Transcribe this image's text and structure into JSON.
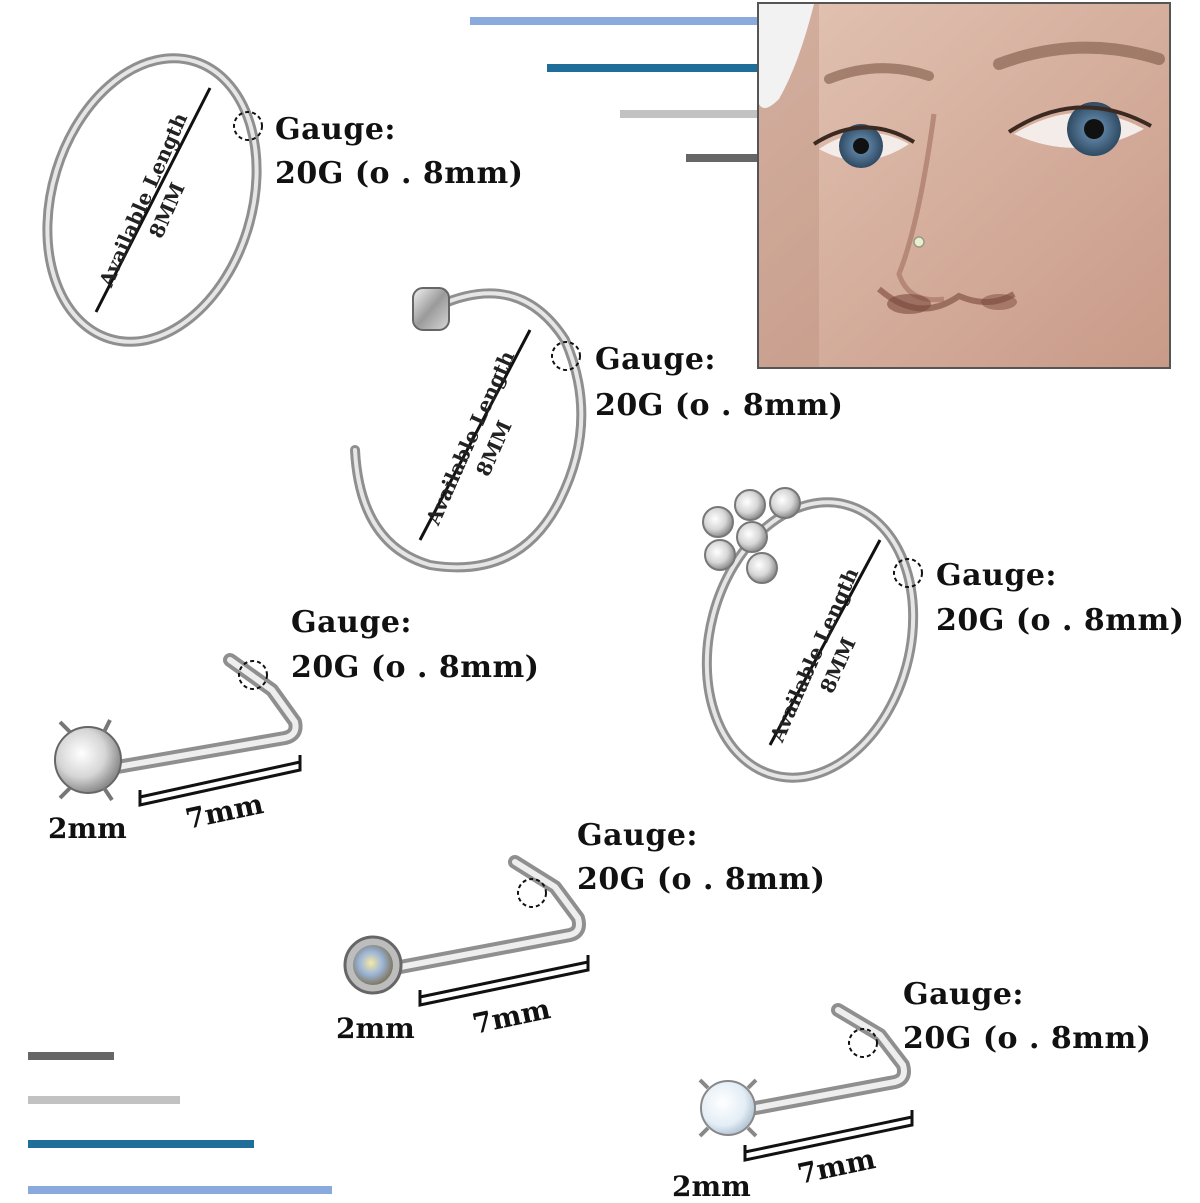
{
  "gauge_label": "Gauge:",
  "gauge_value": "20G (o . 8mm)",
  "available_length": "Available Length",
  "length_value": "8MM",
  "stud_length": "7mm",
  "stone_size": "2mm",
  "bar_colors": {
    "light_blue": "#8aa9dd",
    "teal": "#1f6e9a",
    "light_gray": "#c2c2c2",
    "dark_gray": "#666666"
  },
  "items": [
    {
      "type": "seamless-hoop",
      "icon": "hoop-ring-icon"
    },
    {
      "type": "flat-end-hoop",
      "icon": "open-hoop-icon"
    },
    {
      "type": "flower-crystal-hoop",
      "icon": "flower-hoop-icon"
    },
    {
      "type": "l-shape-crystal-stud",
      "icon": "crystal-stud-icon"
    },
    {
      "type": "l-shape-ab-bezel-stud",
      "icon": "ab-stud-icon"
    },
    {
      "type": "l-shape-opal-stud",
      "icon": "opal-stud-icon"
    }
  ]
}
